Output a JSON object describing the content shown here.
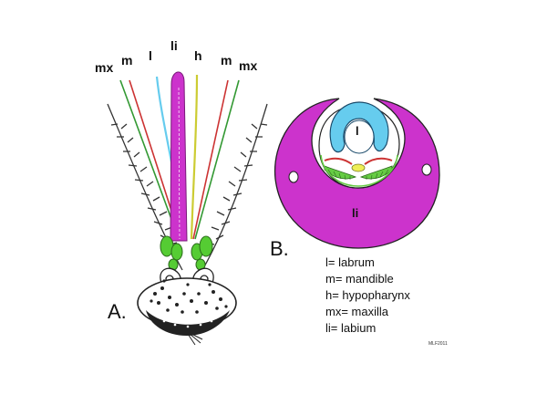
{
  "diagram": {
    "panel_a_letter": "A.",
    "panel_b_letter": "B.",
    "part_labels": {
      "mx_left": "mx",
      "m_left": "m",
      "l": "l",
      "li": "li",
      "h": "h",
      "m_right": "m",
      "mx_right": "mx"
    },
    "cross_section_labels": {
      "labrum": "l",
      "labium": "li"
    },
    "legend": [
      "l= labrum",
      "m= mandible",
      "h= hypopharynx",
      "mx= maxilla",
      "li= labium"
    ],
    "credit": "MLF2011",
    "colors": {
      "labium": "#cc33cc",
      "labrum": "#66ccee",
      "mandible": "#cc3333",
      "maxilla": "#339933",
      "hypopharynx": "#cccc33",
      "palp_base": "#55cc33"
    }
  }
}
